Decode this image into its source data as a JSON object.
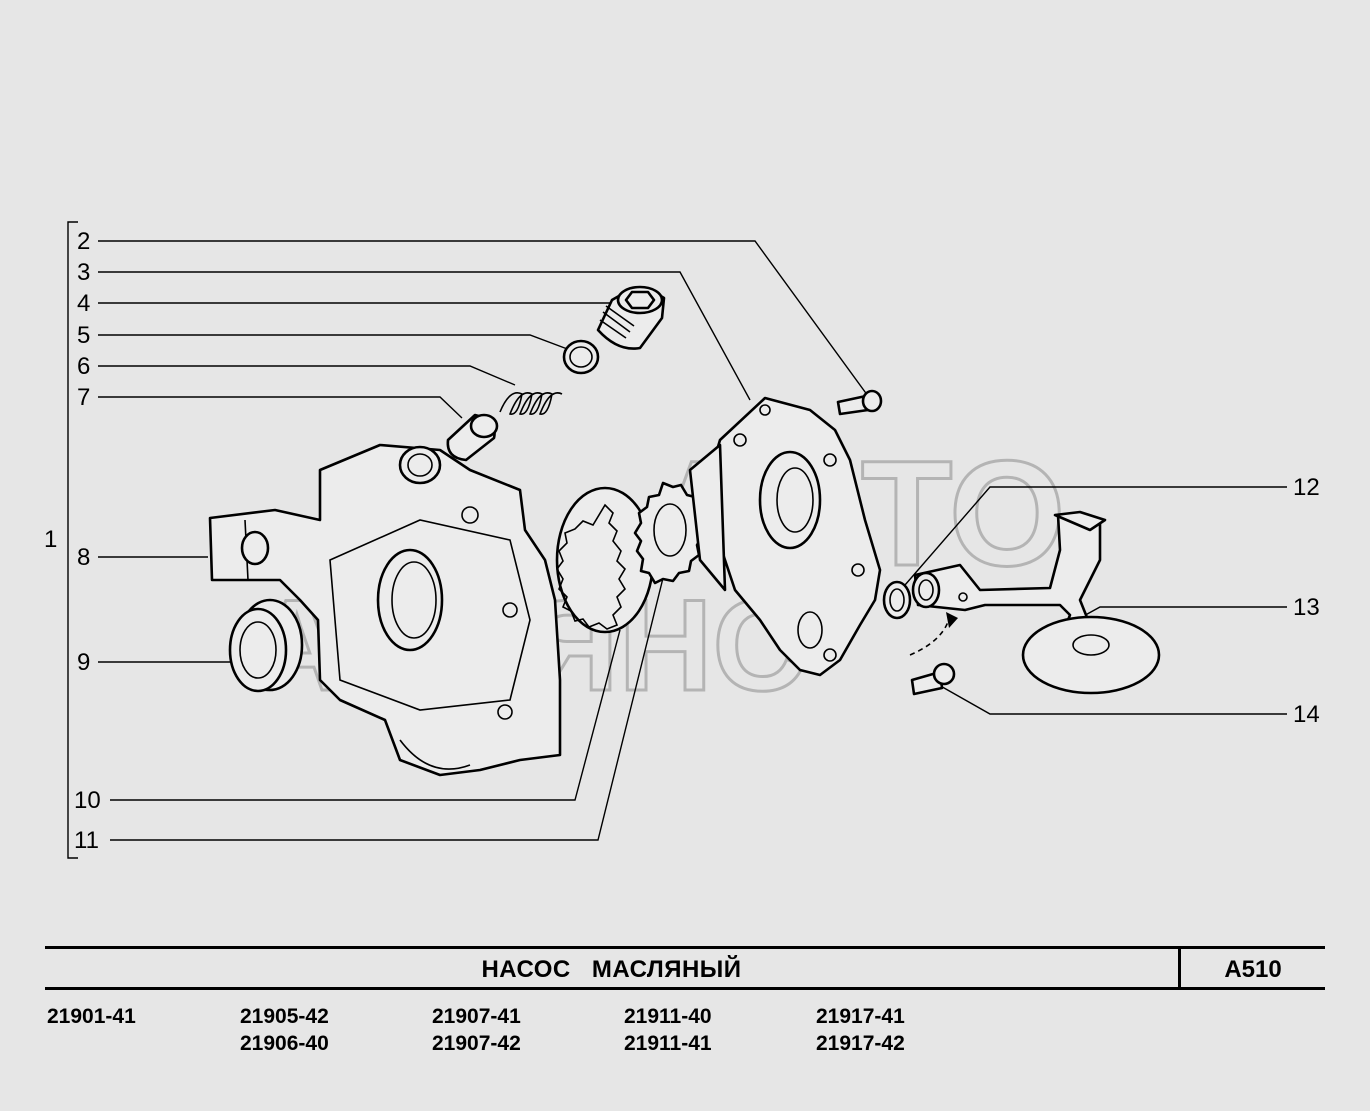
{
  "callouts": [
    {
      "num": "1"
    },
    {
      "num": "2"
    },
    {
      "num": "3"
    },
    {
      "num": "4"
    },
    {
      "num": "5"
    },
    {
      "num": "6"
    },
    {
      "num": "7"
    },
    {
      "num": "8"
    },
    {
      "num": "9"
    },
    {
      "num": "10"
    },
    {
      "num": "11"
    },
    {
      "num": "12"
    },
    {
      "num": "13"
    },
    {
      "num": "14"
    }
  ],
  "watermark": {
    "line1": "АВТО",
    "line2": "АЛЬЯНС"
  },
  "title_block": {
    "title": "НАСОС МАСЛЯНЫЙ",
    "code": "A510"
  },
  "models": [
    [
      "21901-41"
    ],
    [
      "21905-42",
      "21906-40"
    ],
    [
      "21907-41",
      "21907-42"
    ],
    [
      "21911-40",
      "21911-41"
    ],
    [
      "21917-41",
      "21917-42"
    ]
  ]
}
